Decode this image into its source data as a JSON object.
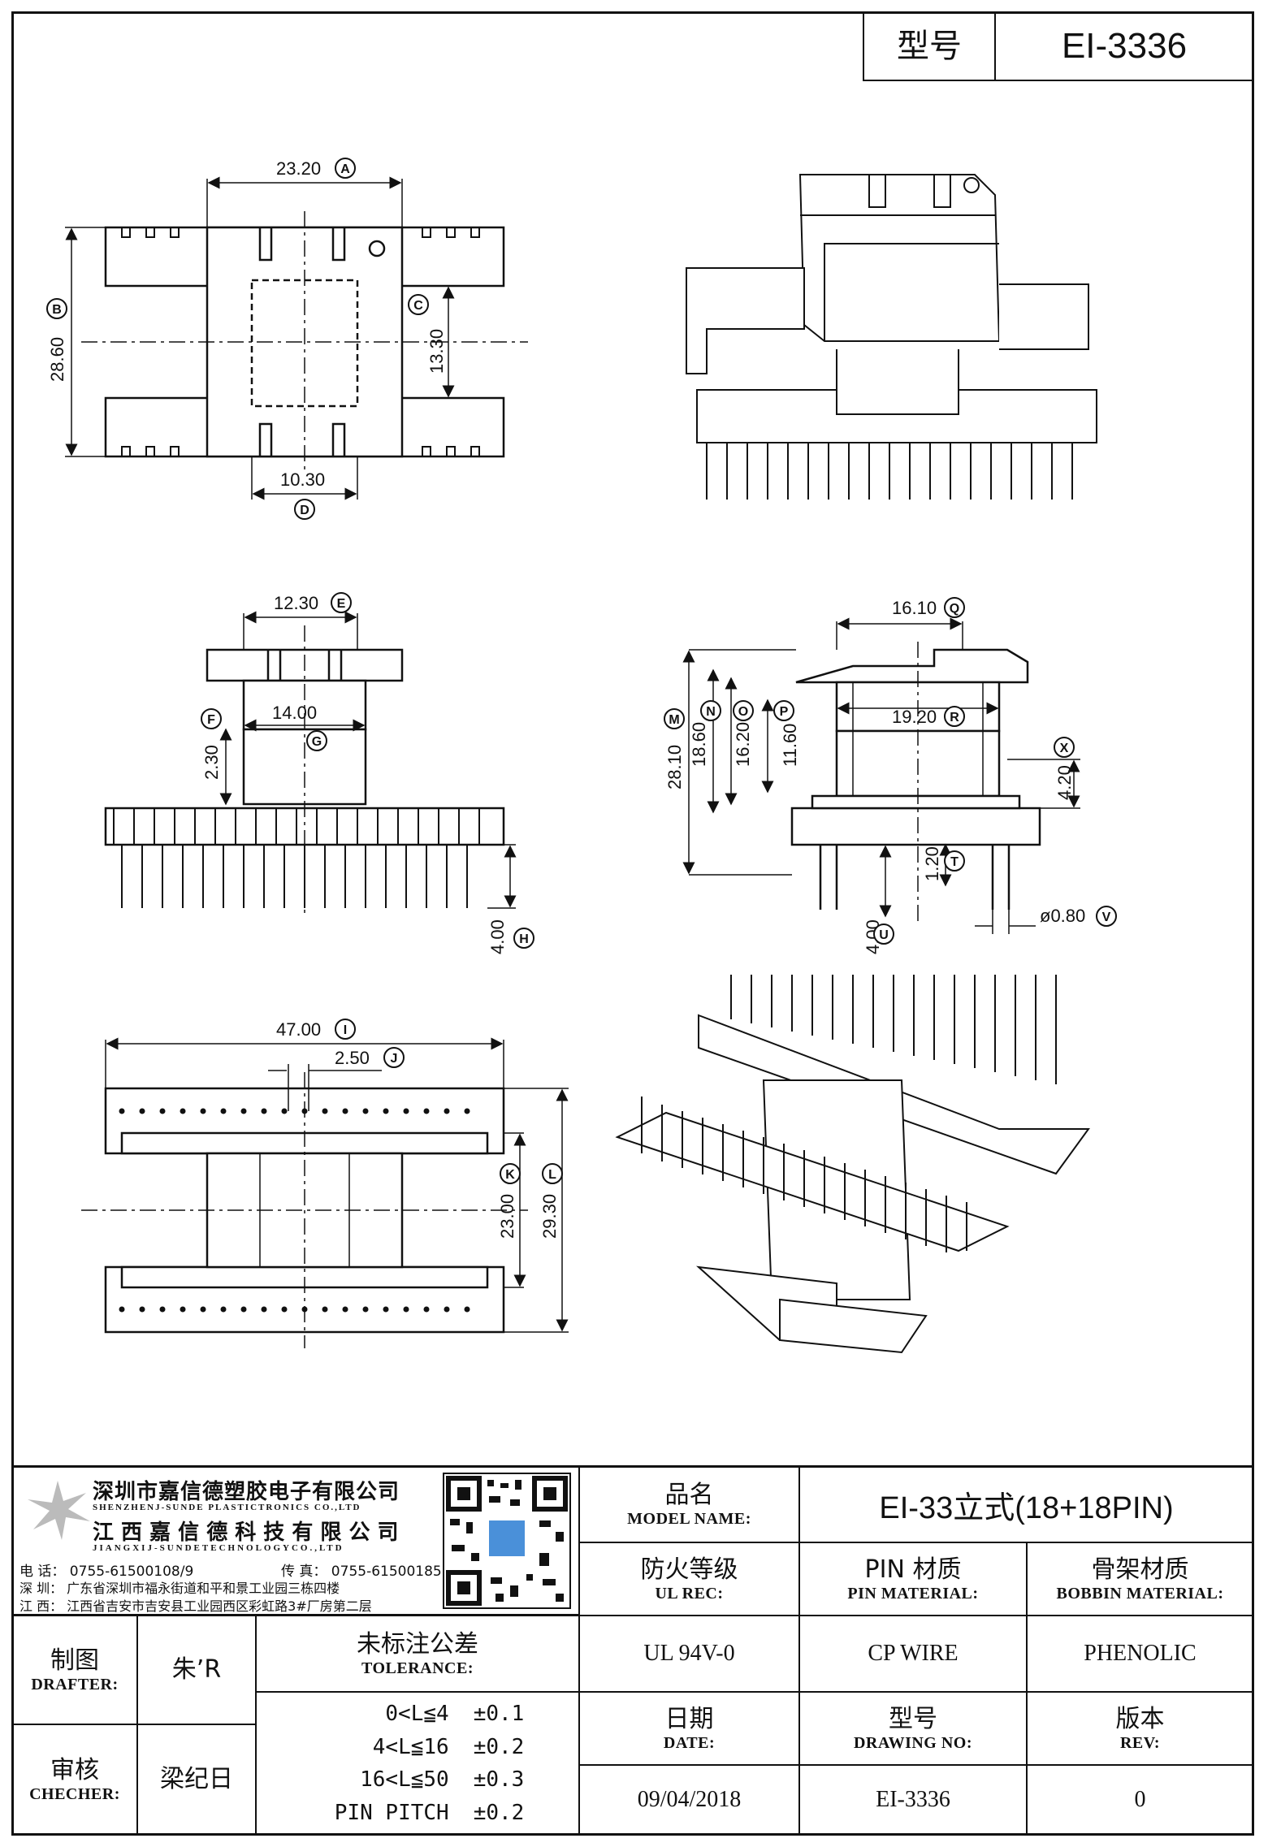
{
  "header": {
    "label": "型号",
    "model": "EI-3336"
  },
  "drawing": {
    "view1": {
      "dims": [
        "23.20",
        "28.60",
        "13.30",
        "10.30"
      ],
      "tags": [
        "A",
        "B",
        "C",
        "D"
      ]
    },
    "view2": {
      "dims": [
        "12.30",
        "14.00",
        "2.30",
        "4.00"
      ],
      "tags": [
        "E",
        "G",
        "F",
        "H"
      ]
    },
    "view3": {
      "dims": [
        "16.10",
        "28.10",
        "18.60",
        "16.20",
        "11.60",
        "19.20",
        "4.20",
        "1.20",
        "4.00",
        "ø0.80"
      ],
      "tags": [
        "Q",
        "M",
        "N",
        "O",
        "P",
        "R",
        "X",
        "T",
        "U",
        "V"
      ]
    },
    "view4": {
      "dims": [
        "47.00",
        "2.50",
        "23.00",
        "29.30"
      ],
      "tags": [
        "I",
        "J",
        "K",
        "L"
      ]
    }
  },
  "company": {
    "name_sz": "深圳市嘉信德塑胶电子有限公司",
    "name_sz_en": "SHENZHENJ-SUNDE PLASTICTRONICS CO.,LTD",
    "name_jx": "江 西 嘉 信 德 科 技 有 限 公 司",
    "name_jx_en": "JIANGXIJ-SUNDETECHNOLOGYCO.,LTD",
    "tel": "电 话： 0755-61500108/9",
    "fax": "传 真： 0755-61500185",
    "addr_sz": "深 圳： 广东省深圳市福永街道和平和景工业园三栋四楼",
    "addr_jx": "江 西： 江西省吉安市吉安县工业园西区彩虹路3#厂房第二层"
  },
  "title_block": {
    "model_name_cn": "品名",
    "model_name_en": "MODEL NAME:",
    "model_name_val": "EI-33立式(18+18PIN)",
    "ul_cn": "防火等级",
    "ul_en": "UL REC:",
    "ul_val": "UL 94V-0",
    "pin_cn": "PIN 材质",
    "pin_en": "PIN MATERIAL:",
    "pin_val": "CP WIRE",
    "bobbin_cn": "骨架材质",
    "bobbin_en": "BOBBIN MATERIAL:",
    "bobbin_val": "PHENOLIC",
    "drafter_cn": "制图",
    "drafter_en": "DRAFTER:",
    "drafter_val": "朱’R",
    "checker_cn": "审核",
    "checker_en": "CHECHER:",
    "checker_val": "梁纪日",
    "tol_cn": "未标注公差",
    "tol_en": "TOLERANCE:",
    "tol_rows": [
      {
        "range": "0<L≦4",
        "tol": "±0.1"
      },
      {
        "range": "4<L≦16",
        "tol": "±0.2"
      },
      {
        "range": "16<L≦50",
        "tol": "±0.3"
      },
      {
        "range": "PIN PITCH",
        "tol": "±0.2"
      }
    ],
    "date_cn": "日期",
    "date_en": "DATE:",
    "date_val": "09/04/2018",
    "dwg_cn": "型号",
    "dwg_en": "DRAWING NO:",
    "dwg_val": "EI-3336",
    "rev_cn": "版本",
    "rev_en": "REV:",
    "rev_val": "0"
  }
}
